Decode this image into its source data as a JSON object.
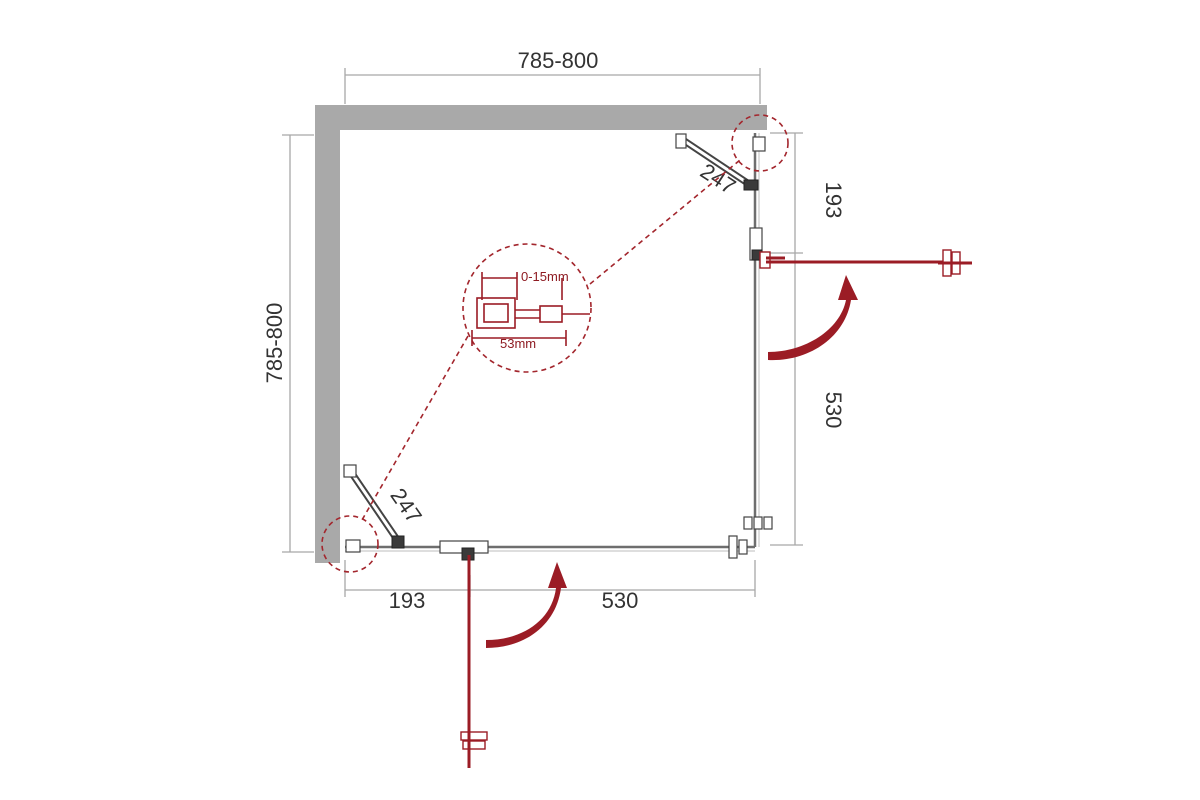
{
  "colors": {
    "wall": "#a9a9a9",
    "door_red": "#9b1c25",
    "dimension_gray": "#a8a8a8",
    "callout_red": "#a3262d"
  },
  "dimensions": {
    "top_width": "785-800",
    "left_height": "785-800",
    "right_upper": "193",
    "right_lower": "530",
    "bottom_left": "193",
    "bottom_right": "530",
    "brace_top": "247",
    "brace_bottom": "247"
  },
  "detail": {
    "adjust_range": "0-15mm",
    "profile_width": "53mm"
  }
}
